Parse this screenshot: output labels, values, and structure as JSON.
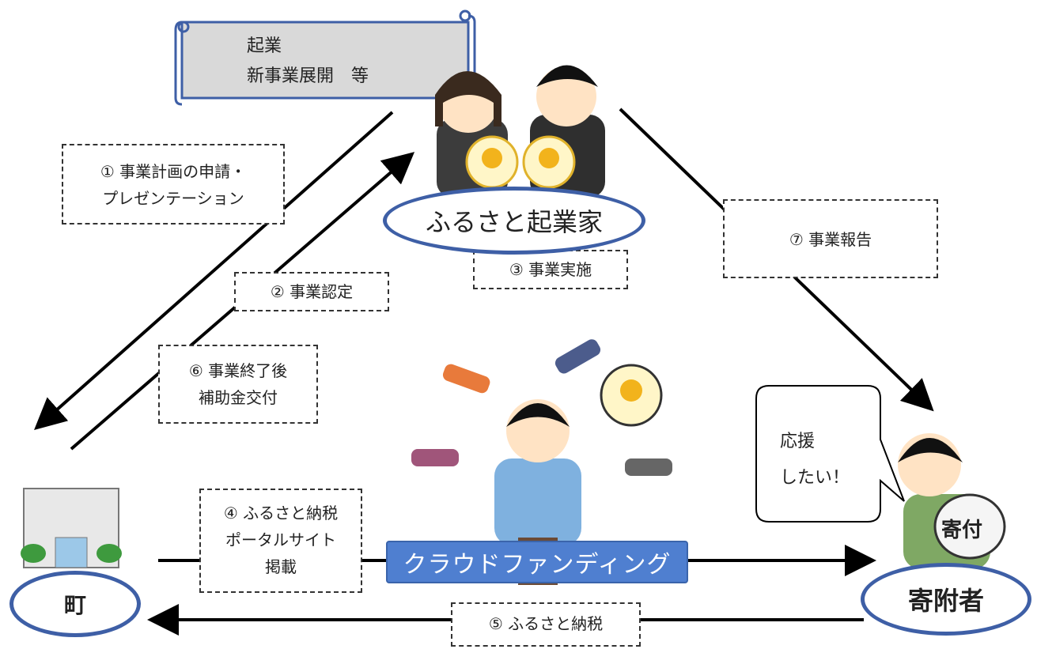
{
  "scroll": {
    "line1": "起業",
    "line2": "新事業展開　等"
  },
  "nodes": {
    "entrepreneur": "ふるさと起業家",
    "town": "町",
    "donor": "寄附者",
    "crowdfunding": "クラウドファンディング"
  },
  "steps": {
    "s1_line1": "① 事業計画の申請・",
    "s1_line2": "プレゼンテーション",
    "s2": "② 事業認定",
    "s3": "③ 事業実施",
    "s4_line1": "④ ふるさと納税",
    "s4_line2": "ポータルサイト",
    "s4_line3": "掲載",
    "s5": "⑤ ふるさと納税",
    "s6_line1": "⑥ 事業終了後",
    "s6_line2": "補助金交付",
    "s7": "⑦ 事業報告"
  },
  "speech": {
    "line1": "応援",
    "line2": "したい！"
  },
  "donor_bag": "寄付",
  "colors": {
    "ellipse_border": "#3e5fa6",
    "crowd_fill": "#4f7fd0",
    "scroll_fill": "#d9d9d9"
  }
}
